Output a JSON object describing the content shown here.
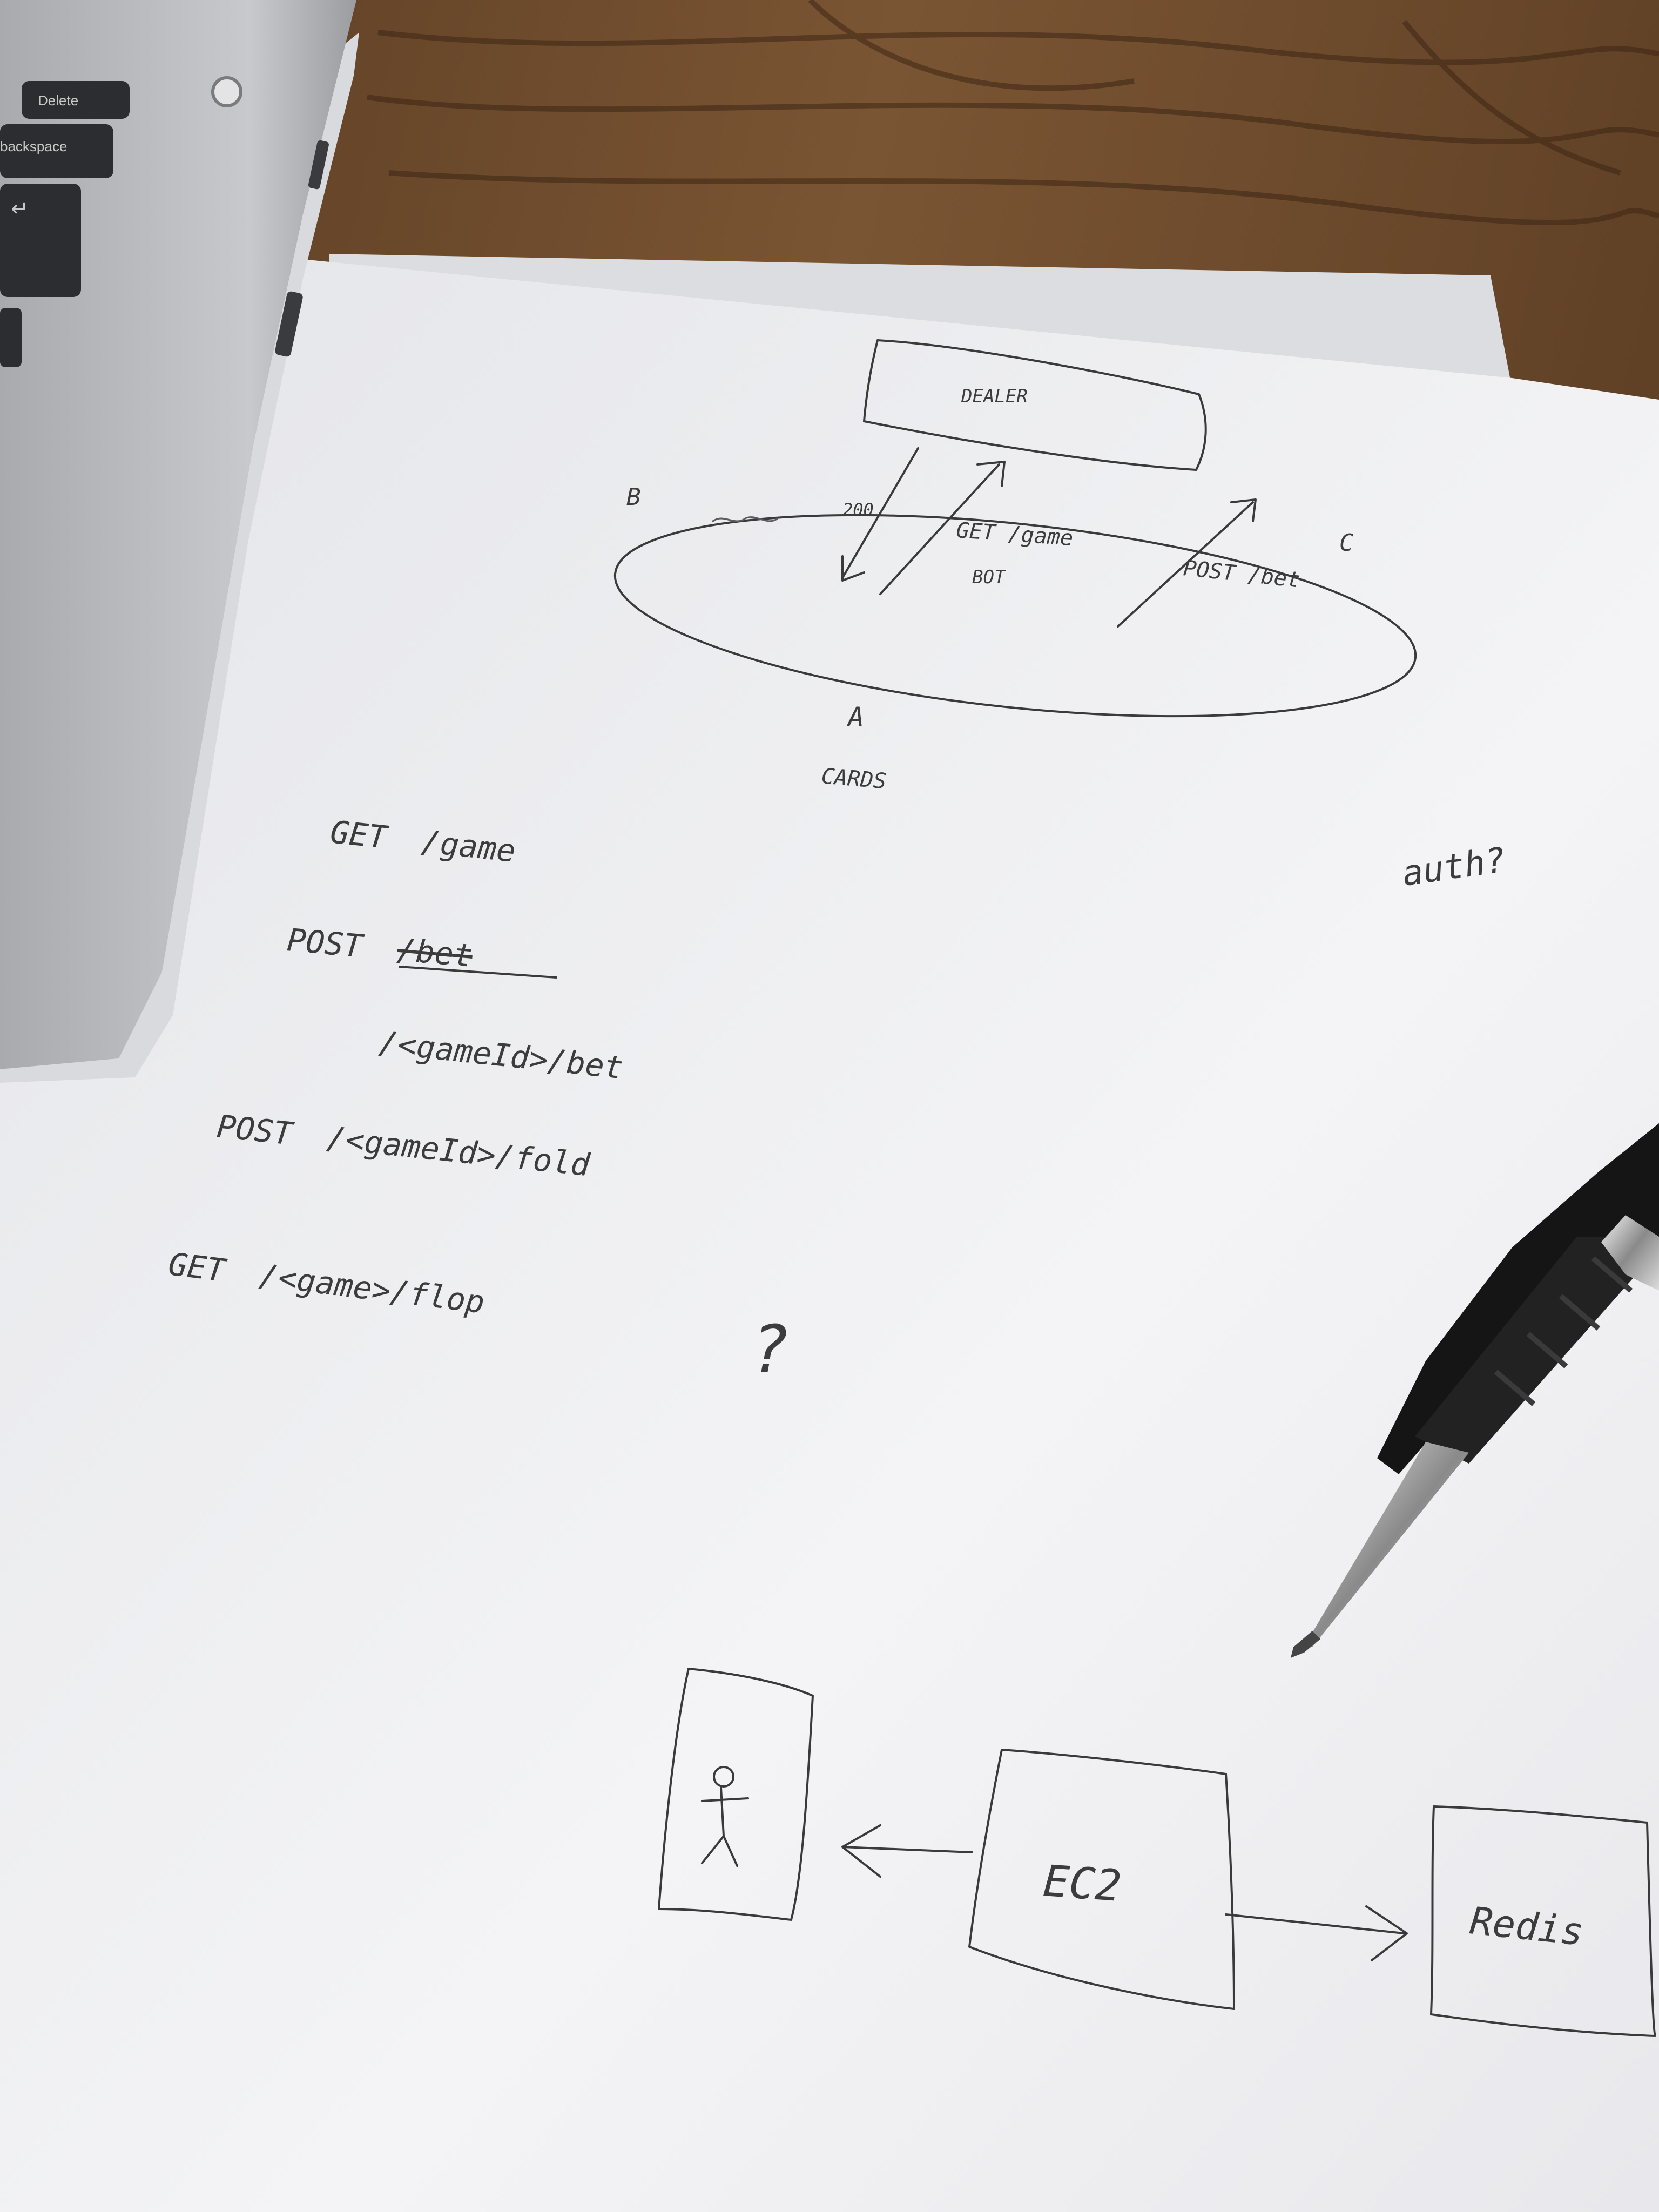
{
  "laptop": {
    "keys": [
      "Delete",
      "backspace"
    ]
  },
  "sketch": {
    "dealer_label": "DEALER",
    "label_b": "B",
    "label_a": "A",
    "label_c": "C",
    "label_200": "200",
    "label_get_game": "GET /game",
    "label_bot": "BOT",
    "label_post_bet": "POST /bet",
    "label_cards": "CARDS",
    "label_auth": "auth?",
    "question_mark": "?",
    "label_ec2": "EC2",
    "label_redis": "Redis"
  },
  "endpoints": [
    {
      "method": "GET",
      "path": "/game"
    },
    {
      "method": "POST",
      "path": "/bet",
      "struck": true
    },
    {
      "method": "",
      "path": "/<gameId>/bet"
    },
    {
      "method": "POST",
      "path": "/<gameId>/fold"
    },
    {
      "method": "GET",
      "path": "/<game>/flop"
    }
  ],
  "colors": {
    "table": "#6b4a2e",
    "paper": "#f2f2f4",
    "ink": "#3a3a3a",
    "laptop": "#b9babd",
    "pen": "#1a1a1a"
  }
}
